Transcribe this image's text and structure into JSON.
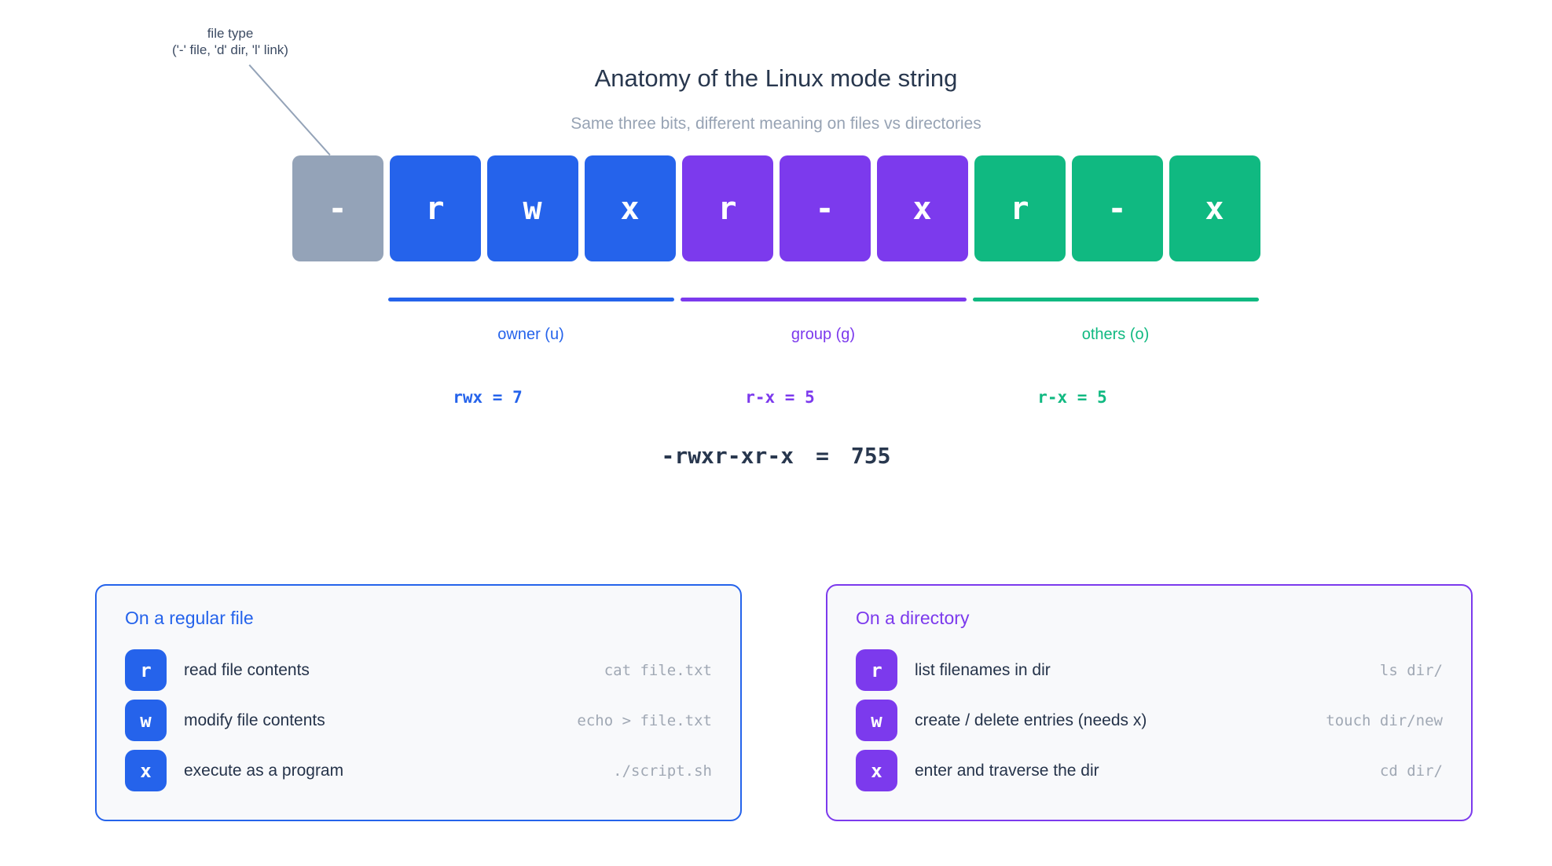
{
  "colors": {
    "blue": "#2563eb",
    "purple": "#7c3aed",
    "green": "#10b981",
    "slate": "#94a3b8",
    "navy": "#28374e"
  },
  "header": {
    "title": "Anatomy of the Linux mode string",
    "subtitle": "Same three bits, different meaning on files vs directories"
  },
  "annotation": {
    "line1": "file type",
    "line2": "('-' file, 'd' dir, 'l' link)"
  },
  "mode_string": {
    "tiles": [
      {
        "char": "-",
        "color": "slate"
      },
      {
        "char": "r",
        "color": "blue"
      },
      {
        "char": "w",
        "color": "blue"
      },
      {
        "char": "x",
        "color": "blue"
      },
      {
        "char": "r",
        "color": "purple"
      },
      {
        "char": "-",
        "color": "purple"
      },
      {
        "char": "x",
        "color": "purple"
      },
      {
        "char": "r",
        "color": "green"
      },
      {
        "char": "-",
        "color": "green"
      },
      {
        "char": "x",
        "color": "green"
      }
    ],
    "groups": [
      {
        "label": "owner (u)",
        "octal": "rwx = 7",
        "color": "blue"
      },
      {
        "label": "group (g)",
        "octal": "r-x = 5",
        "color": "purple"
      },
      {
        "label": "others (o)",
        "octal": "r-x = 5",
        "color": "green"
      }
    ],
    "summary": {
      "mode": "-rwxr-xr-x",
      "equals": "=",
      "octal": "755"
    }
  },
  "cards": [
    {
      "title": "On a regular file",
      "rows": [
        {
          "bit": "r",
          "desc": "read file contents",
          "cmd": "cat file.txt"
        },
        {
          "bit": "w",
          "desc": "modify file contents",
          "cmd": "echo > file.txt"
        },
        {
          "bit": "x",
          "desc": "execute as a program",
          "cmd": "./script.sh"
        }
      ]
    },
    {
      "title": "On a directory",
      "rows": [
        {
          "bit": "r",
          "desc": "list filenames in dir",
          "cmd": "ls dir/"
        },
        {
          "bit": "w",
          "desc": "create / delete entries (needs x)",
          "cmd": "touch dir/new"
        },
        {
          "bit": "x",
          "desc": "enter and traverse the dir",
          "cmd": "cd dir/"
        }
      ]
    }
  ]
}
